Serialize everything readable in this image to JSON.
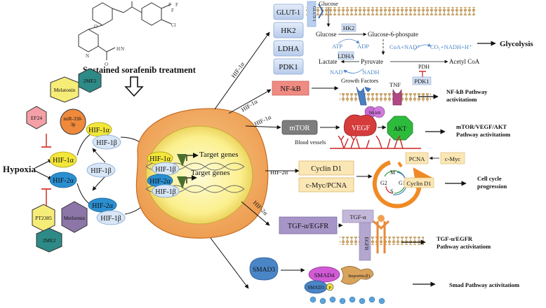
{
  "drug": {
    "label": "Sustained sorafenib treatment",
    "molecule_text": [
      "F",
      "F",
      "F",
      "Cl",
      "N",
      "O",
      "H",
      "N",
      "O"
    ]
  },
  "left": {
    "hypoxia": "Hypoxia",
    "hif1a": "HIF-1α",
    "hif2a": "HIF-2α",
    "hif1b_mid": "HIF-1β",
    "hif1a_top": "HIF-1α",
    "hif1b_top": "HIF-1β",
    "hif2a_bottom": "HIF-2α",
    "hif1b_bottom": "HIF-1β",
    "inhibitors_top": [
      "Melatonin",
      "2ME2",
      "EF24",
      "miR-338-3p"
    ],
    "inhibitors_bottom": [
      "PT2385",
      "Metformin",
      "2ME2"
    ]
  },
  "nucleus": {
    "complex1_a": "HIF-1α",
    "complex1_b": "HIF-1β",
    "complex2_a": "HIF-2α",
    "complex2_b": "HIF-1β",
    "target_genes_1": "Target genes",
    "target_genes_2": "Target genes"
  },
  "arrow_labels": [
    "HIF-1α",
    "HIF-1α",
    "HIF-1α",
    "HIF-2α",
    "HIF-2α"
  ],
  "glycolysis": {
    "boxes": [
      "GLUT-1",
      "HK2",
      "LDHA",
      "PDK1"
    ],
    "glut1_membrane": "GLUT-1",
    "glucose_top": "Glucose",
    "glucose": "Glucose",
    "hk2": "HK2",
    "g6p": "Glucose-6-phospate",
    "atp": "ATP",
    "adp": "ADP",
    "coa": "CoA+NAD⁺",
    "co2": "CO₂+NADH+H⁺",
    "lactate": "Lactate",
    "ldha": "LDHA",
    "pyruvate": "Pyruvate",
    "pdh": "PDH",
    "acetyl": "Acetyl CoA",
    "nad": "NAD⁺",
    "nadh": "NADH",
    "pdk1": "PDK1",
    "result": "Glycolysis"
  },
  "nfkb": {
    "box": "NF-kB",
    "growth": "Growth Factors",
    "tnf": "TNF",
    "nfkb_small": "Nf-kB",
    "result": "NF-kB Pathway activitatiom"
  },
  "mtor": {
    "box": "mTOR",
    "vegf": "VEGF",
    "akt": "AKT",
    "vessels": "Blood vessels",
    "result_line1": "mTOR/VEGF/AKT",
    "result_line2": "Pathway  activitatiom"
  },
  "cycle": {
    "box1": "Cyclin D1",
    "box2": "c-Myc/PCNA",
    "pcna": "PCNA",
    "cmyc": "c-Myc",
    "m": "M",
    "g2": "G2",
    "g1": "G1",
    "s": "S",
    "cyclin": "Cyclin D1",
    "result_line1": "Cell cycle",
    "result_line2": "progression"
  },
  "tgf": {
    "box": "TGF-α/EGFR",
    "tgfa": "TGF-α",
    "egfr": "EGFR",
    "result_line1": "TGF-α/EGFR",
    "result_line2": "Pathway activitatiom"
  },
  "smad": {
    "box": "SMAD3",
    "smad4": "SMAD4",
    "smad3": "SMAD3",
    "p": "P",
    "importin": "Importin-β1",
    "result": "Smad Pathway activitatiom"
  }
}
